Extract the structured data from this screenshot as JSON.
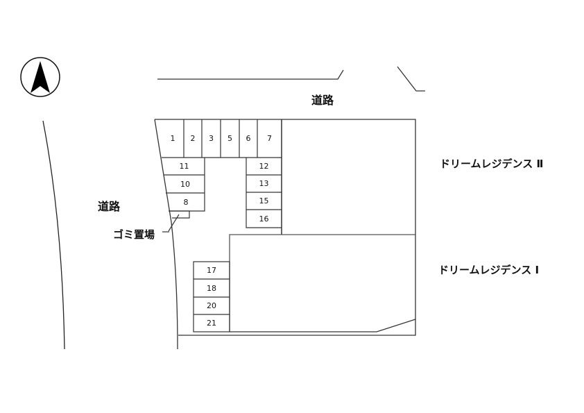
{
  "compass": {
    "icon": "north-arrow-icon",
    "direction": "N"
  },
  "roads": {
    "north_label": "道路",
    "west_label": "道路"
  },
  "trash_area": {
    "label": "ゴミ置場"
  },
  "buildings": {
    "residence_2": "ドリームレジデンス Ⅱ",
    "residence_1": "ドリームレジデンス Ⅰ"
  },
  "parking": {
    "top_row": [
      "1",
      "2",
      "3",
      "5",
      "6",
      "7"
    ],
    "left_column": [
      "11",
      "10",
      "8"
    ],
    "right_column": [
      "12",
      "13",
      "15",
      "16"
    ],
    "bottom_column": [
      "17",
      "18",
      "20",
      "21"
    ]
  },
  "colors": {
    "line": "#222222",
    "lot_line": "#555555",
    "background": "#ffffff"
  }
}
